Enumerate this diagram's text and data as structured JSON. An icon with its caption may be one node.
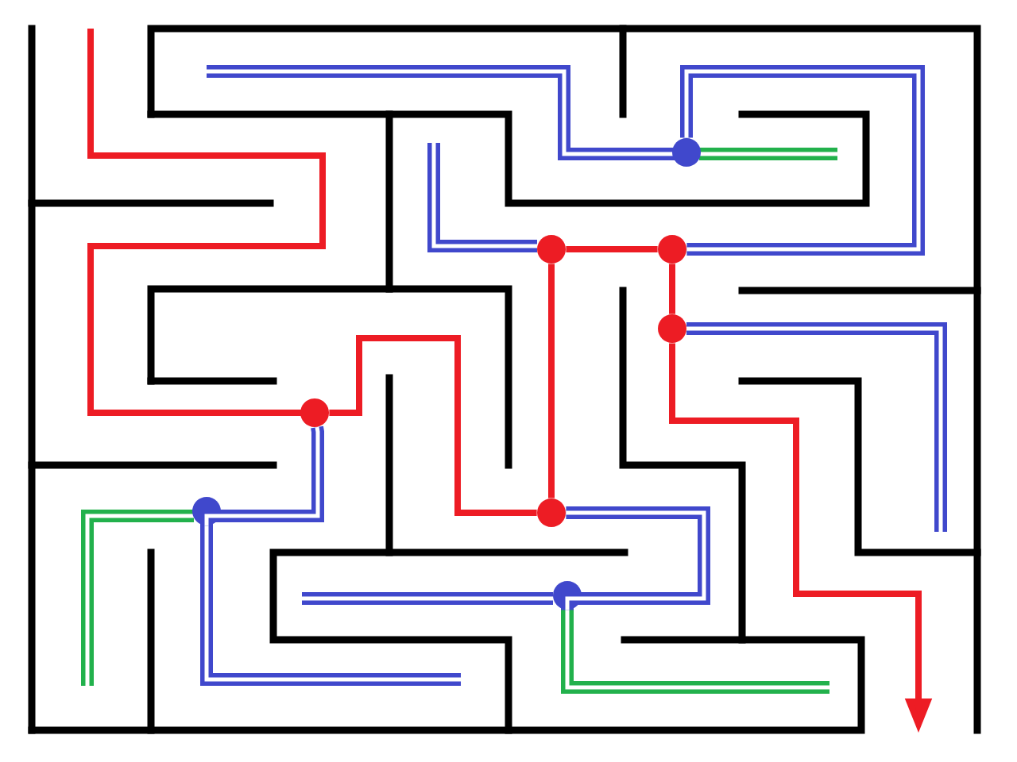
{
  "diagram": {
    "nodes": [
      {
        "text": [],
        "shape": "circle"
      },
      {
        "text": [],
        "shape": "circle"
      },
      {
        "text": [],
        "shape": "circle"
      },
      {
        "text": [],
        "shape": "circle"
      },
      {
        "text": [],
        "shape": "circle"
      },
      {
        "text": [],
        "shape": "circle"
      },
      {
        "text": [],
        "shape": "circle"
      },
      {
        "text": [],
        "shape": "circle"
      }
    ],
    "edges": [
      {
        "from": 4,
        "to": 6,
        "arrow": "none"
      },
      {
        "from": 6,
        "to": 1,
        "arrow": "none"
      },
      {
        "from": 1,
        "to": 2,
        "arrow": "none"
      },
      {
        "from": 2,
        "to": 3,
        "arrow": "none"
      },
      {
        "from": 3,
        "to": null,
        "arrow": "to"
      },
      {
        "from": 0,
        "to": 2,
        "arrow": "none",
        "style": "thick",
        "color": "#4048cc"
      },
      {
        "from": 4,
        "to": 5,
        "arrow": "none",
        "style": "thick",
        "color": "#4048cc"
      },
      {
        "from": 6,
        "to": 7,
        "arrow": "none",
        "style": "thick",
        "color": "#4048cc"
      }
    ]
  }
}
